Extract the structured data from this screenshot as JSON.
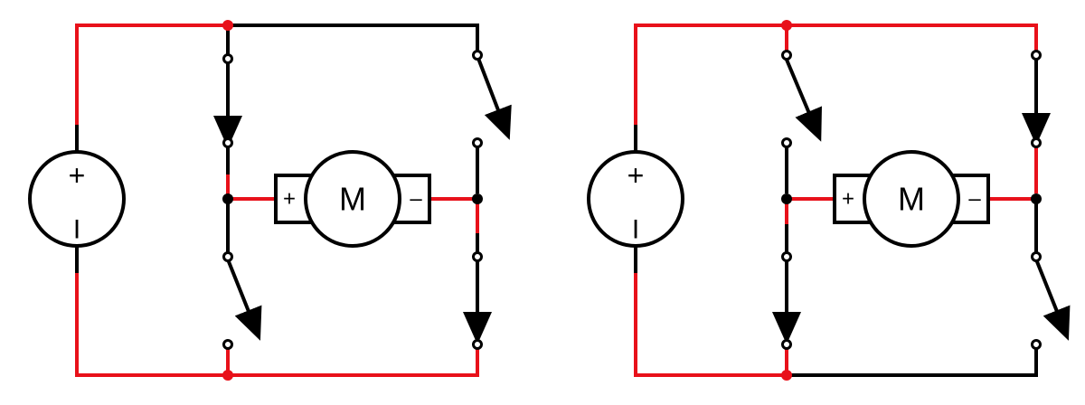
{
  "colors": {
    "active_wire": "#e8111a",
    "inactive_wire": "#000000",
    "background": "#ffffff"
  },
  "circuits": [
    {
      "source": {
        "plus": "+",
        "minus": "I"
      },
      "motor": {
        "label": "M",
        "left_terminal": "+",
        "right_terminal": "–"
      },
      "switches": {
        "top_left": "closed",
        "top_right": "open",
        "bottom_left": "open",
        "bottom_right": "closed"
      },
      "active_path": "top-left-through-motor-to-bottom-right"
    },
    {
      "source": {
        "plus": "+",
        "minus": "I"
      },
      "motor": {
        "label": "M",
        "left_terminal": "+",
        "right_terminal": "–"
      },
      "switches": {
        "top_left": "open",
        "top_right": "closed",
        "bottom_left": "closed",
        "bottom_right": "open"
      },
      "active_path": "top-right-through-motor-to-bottom-left"
    }
  ]
}
